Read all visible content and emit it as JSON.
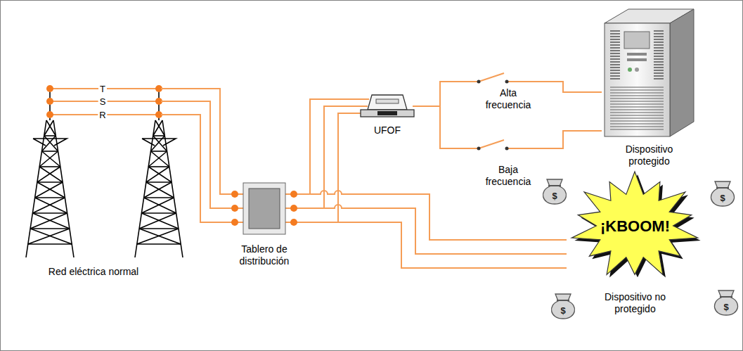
{
  "diagram": {
    "nodes": [
      {
        "text": [
          "Red eléctrica normal"
        ]
      },
      {
        "text": [
          "Tablero de distribución"
        ]
      },
      {
        "text": [
          "UFOF"
        ]
      },
      {
        "text": [
          "Dispositivo protegido"
        ]
      },
      {
        "text": [
          "¡KBOOM!",
          "Dispositivo no protegido"
        ]
      }
    ],
    "edges": [
      {
        "from": 0,
        "to": 1,
        "arrow": "none"
      },
      {
        "from": 0,
        "to": 1,
        "arrow": "none"
      },
      {
        "from": 0,
        "to": 1,
        "arrow": "none"
      },
      {
        "from": 1,
        "to": 2,
        "arrow": "none"
      },
      {
        "from": 1,
        "to": 2,
        "arrow": "none"
      },
      {
        "from": 1,
        "to": 2,
        "arrow": "none"
      },
      {
        "from": 2,
        "to": 3,
        "label": "Alta frecuencia",
        "arrow": "none"
      },
      {
        "from": 2,
        "to": 3,
        "label": "Baja frecuencia",
        "arrow": "none"
      },
      {
        "from": 1,
        "to": 4,
        "arrow": "none"
      },
      {
        "from": 1,
        "to": 4,
        "arrow": "none"
      },
      {
        "from": 1,
        "to": 4,
        "arrow": "none"
      }
    ],
    "labels": [
      "T",
      "S",
      "R",
      "$",
      "$",
      "$",
      "$"
    ]
  }
}
